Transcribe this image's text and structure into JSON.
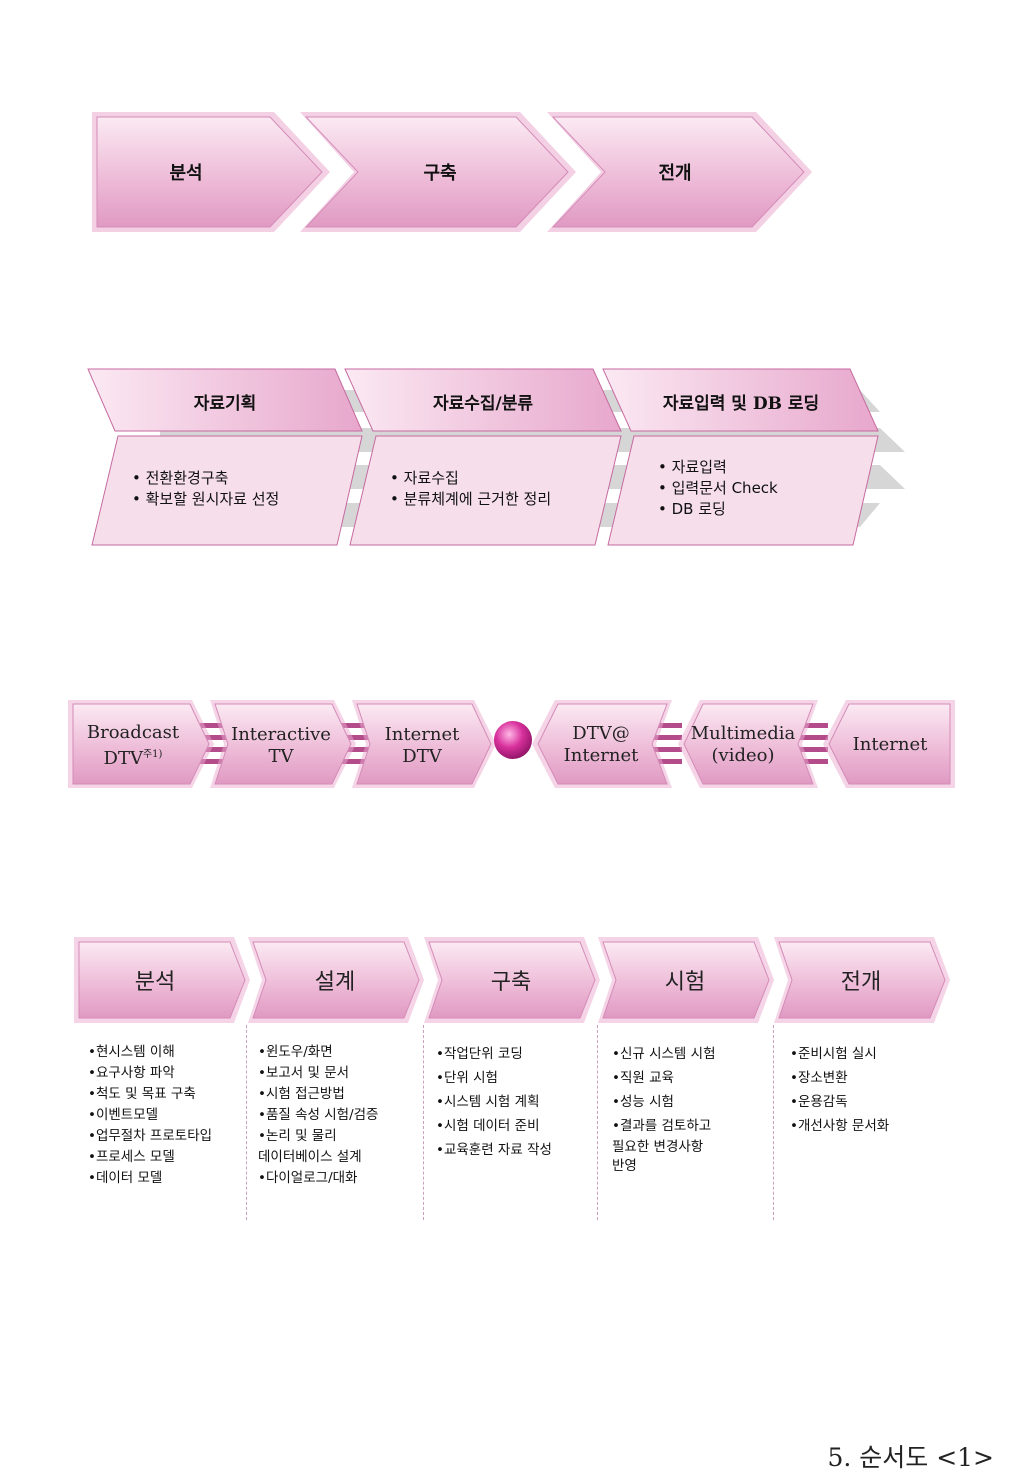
{
  "diagram1": {
    "steps": [
      "분석",
      "구축",
      "전개"
    ]
  },
  "diagram2": {
    "stages": [
      {
        "title": "자료기획",
        "items": [
          "• 전환환경구축",
          "• 확보할 원시자료 선정"
        ]
      },
      {
        "title": "자료수집/분류",
        "items": [
          "• 자료수집",
          "• 분류체계에 근거한 정리"
        ]
      },
      {
        "title": "자료입력 및 DB 로딩",
        "items": [
          "• 자료입력",
          "• 입력문서 Check",
          "• DB 로딩"
        ]
      }
    ]
  },
  "diagram3": {
    "stages": [
      {
        "line1": "Broadcast",
        "line2": "DTV",
        "note": "주1)"
      },
      {
        "line1": "Interactive",
        "line2": "TV"
      },
      {
        "line1": "Internet",
        "line2": "DTV"
      },
      {
        "line1": "DTV@",
        "line2": "Internet"
      },
      {
        "line1": "Multimedia",
        "line2": "(video)"
      },
      {
        "line1": "Internet",
        "line2": ""
      }
    ]
  },
  "diagram4": {
    "phases": [
      {
        "title": "분석",
        "items": [
          "•현시스템 이해",
          "•요구사항 파악",
          "•척도 및 목표 구축",
          "•이벤트모델",
          "•업무절차 프로토타입",
          "•프로세스 모델",
          "•데이터 모델"
        ]
      },
      {
        "title": "설계",
        "items": [
          "•윈도우/화면",
          "•보고서 및 문서",
          "•시험 접근방법",
          "•품질 속성 시험/검증",
          "•논리 및 물리",
          " 데이터베이스 설계",
          "•다이얼로그/대화"
        ]
      },
      {
        "title": "구축",
        "items": [
          "•작업단위 코딩",
          "•단위 시험",
          "•시스템 시험 계획",
          "•시험 데이터 준비",
          "•교육훈련 자료 작성"
        ]
      },
      {
        "title": "시험",
        "items": [
          "•신규 시스템 시험",
          "•직원 교육",
          "•성능 시험",
          "•결과를 검토하고",
          " 필요한 변경사항",
          " 반영"
        ]
      },
      {
        "title": "전개",
        "items": [
          "•준비시험 실시",
          "•장소변환",
          "•운용감독",
          "•개선사항 문서화"
        ]
      }
    ]
  },
  "footer": {
    "label": "5. 순서도 <1>"
  },
  "colors": {
    "pink_light": "#f7dcea",
    "pink_mid": "#e9a9cd",
    "pink_border": "#c66a9f",
    "pink_dark": "#b44c8c",
    "gray_band": "#d6d6d6"
  }
}
